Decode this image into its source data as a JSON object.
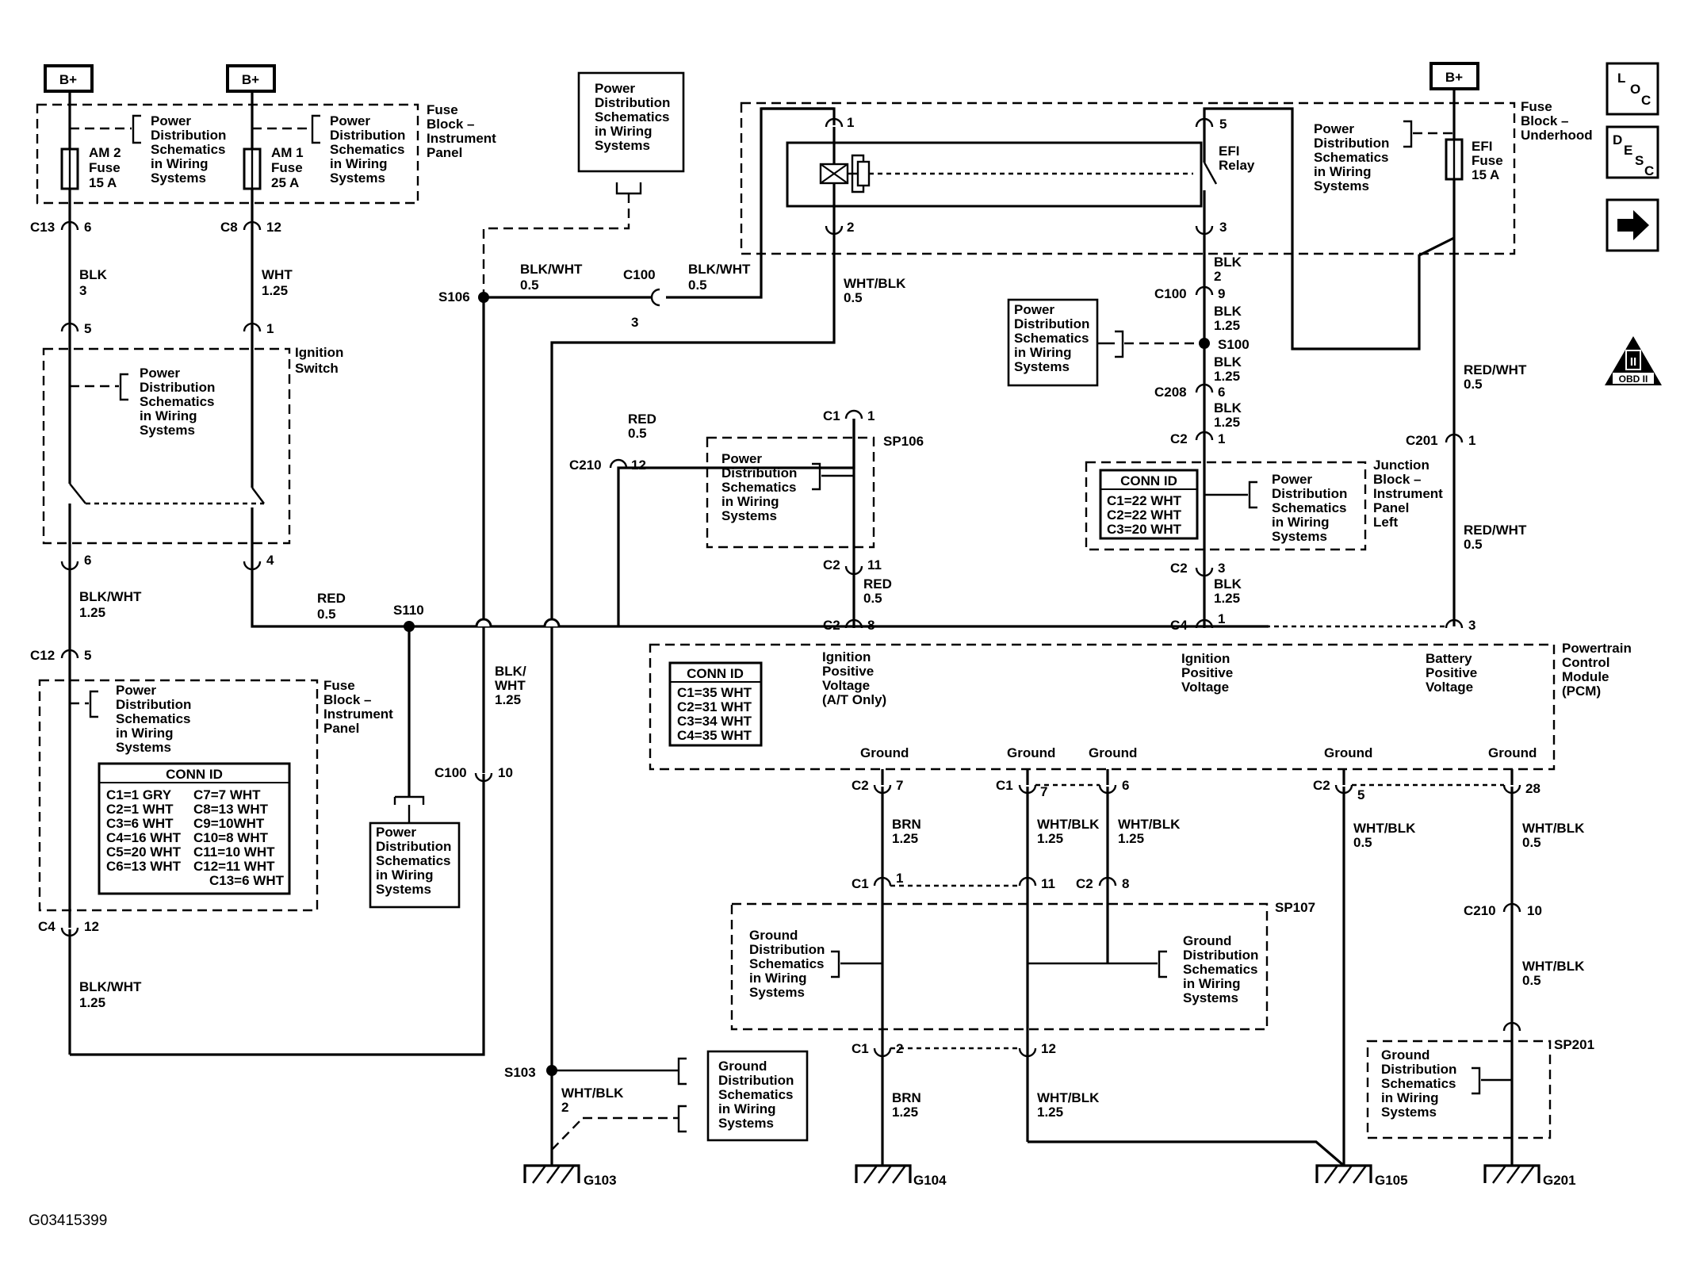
{
  "figure_id": "G03415399",
  "bplus": "B+",
  "pds": [
    "Power",
    "Distribution",
    "Schematics",
    "in Wiring",
    "Systems"
  ],
  "gds": [
    "Ground",
    "Distribution",
    "Schematics",
    "in Wiring",
    "Systems"
  ],
  "fuse_block_ip": [
    "Fuse",
    "Block –",
    "Instrument",
    "Panel"
  ],
  "fuse_block_uh": [
    "Fuse",
    "Block –",
    "Underhood"
  ],
  "am2": [
    "AM 2",
    "Fuse",
    "15 A"
  ],
  "am1": [
    "AM 1",
    "Fuse",
    "25 A"
  ],
  "efi_fuse": [
    "EFI",
    "Fuse",
    "15 A"
  ],
  "efi_relay": [
    "EFI",
    "Relay"
  ],
  "ignition_switch": [
    "Ignition",
    "Switch"
  ],
  "junction_block": [
    "Junction",
    "Block –",
    "Instrument",
    "Panel",
    "Left"
  ],
  "pcm": [
    "Powertrain",
    "Control",
    "Module",
    "(PCM)"
  ],
  "pcm_pins": {
    "ignition_at": [
      "Ignition",
      "Positive",
      "Voltage",
      "(A/T Only)"
    ],
    "ignition": [
      "Ignition",
      "Positive",
      "Voltage"
    ],
    "battery": [
      "Battery",
      "Positive",
      "Voltage"
    ]
  },
  "conn_id_title": "CONN ID",
  "conn_fuse": {
    "left": [
      "C1=1 GRY",
      "C2=1 WHT",
      "C3=6 WHT",
      "C4=16 WHT",
      "C5=20 WHT",
      "C6=13 WHT"
    ],
    "right": [
      "C7=7 WHT",
      "C8=13 WHT",
      "C9=10WHT",
      "C10=8 WHT",
      "C11=10 WHT",
      "C12=11 WHT",
      "C13=6 WHT"
    ]
  },
  "conn_jb": [
    "C1=22 WHT",
    "C2=22 WHT",
    "C3=20 WHT"
  ],
  "conn_pcm": [
    "C1=35 WHT",
    "C2=31 WHT",
    "C3=34 WHT",
    "C4=35 WHT"
  ],
  "ground": "Ground",
  "wires": {
    "blk3": [
      "BLK",
      "3"
    ],
    "wht125": [
      "WHT",
      "1.25"
    ],
    "blkwht05a": [
      "BLK/WHT",
      "0.5"
    ],
    "blkwht05b": [
      "BLK/WHT",
      "0.5"
    ],
    "whtblk05": [
      "WHT/BLK",
      "0.5"
    ],
    "blk2": [
      "BLK",
      "2"
    ],
    "blk125a": [
      "BLK",
      "1.25"
    ],
    "blk125b": [
      "BLK",
      "1.25"
    ],
    "blk125c": [
      "BLK",
      "1.25"
    ],
    "blk125d": [
      "BLK",
      "1.25"
    ],
    "redwht05a": [
      "RED/WHT",
      "0.5"
    ],
    "redwht05b": [
      "RED/WHT",
      "0.5"
    ],
    "red05a": [
      "RED",
      "0.5"
    ],
    "red05b": [
      "RED",
      "0.5"
    ],
    "red05c": [
      "RED",
      "0.5"
    ],
    "blkwht125a": [
      "BLK/WHT",
      "1.25"
    ],
    "blkwht125b": [
      "BLK/",
      "WHT",
      "1.25"
    ],
    "blkwht125c": [
      "BLK/WHT",
      "1.25"
    ],
    "brn125a": [
      "BRN",
      "1.25"
    ],
    "brn125b": [
      "BRN",
      "1.25"
    ],
    "whtblk125a": [
      "WHT/BLK",
      "1.25"
    ],
    "whtblk125b": [
      "WHT/BLK",
      "1.25"
    ],
    "whtblk125c": [
      "WHT/BLK",
      "1.25"
    ],
    "whtblk05b": [
      "WHT/BLK",
      "0.5"
    ],
    "whtblk05c": [
      "WHT/BLK",
      "0.5"
    ],
    "whtblk05d": [
      "WHT/BLK",
      "0.5"
    ],
    "whtblk2": [
      "WHT/BLK",
      "2"
    ]
  },
  "splices": {
    "s106": "S106",
    "s110": "S110",
    "s100": "S100",
    "s103": "S103",
    "sp106": "SP106",
    "sp107": "SP107",
    "sp201": "SP201"
  },
  "grounds": {
    "g103": "G103",
    "g104": "G104",
    "g105": "G105",
    "g201": "G201"
  },
  "conn": {
    "c13": "C13",
    "c8": "C8",
    "c100": "C100",
    "c12": "C12",
    "c4": "C4",
    "c210": "C210",
    "c1": "C1",
    "c2": "C2",
    "c208": "C208",
    "c201": "C201"
  },
  "pins": {
    "p1": "1",
    "p2": "2",
    "p3": "3",
    "p4": "4",
    "p5": "5",
    "p6": "6",
    "p7": "7",
    "p8": "8",
    "p9": "9",
    "p10": "10",
    "p11": "11",
    "p12": "12",
    "p28": "28"
  },
  "nav": {
    "loc": [
      "L",
      "O",
      "C"
    ],
    "desc": [
      "D",
      "E",
      "S",
      "C"
    ],
    "obd": [
      "II",
      "OBD II"
    ]
  }
}
